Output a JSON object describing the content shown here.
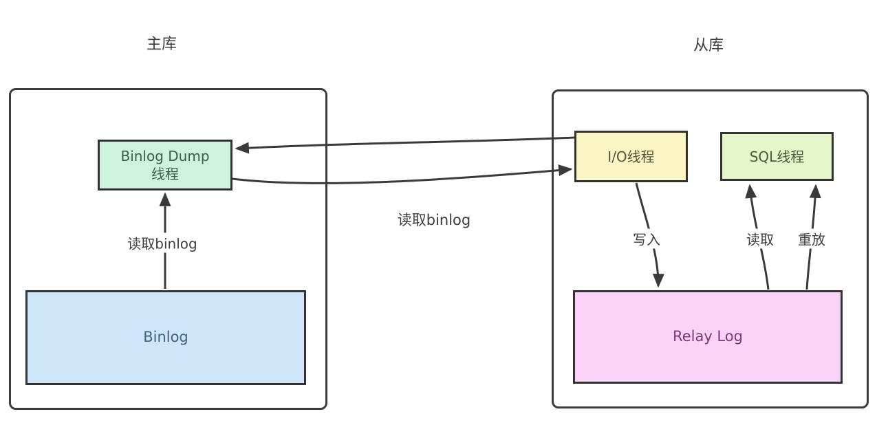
{
  "diagram": {
    "master": {
      "title": "主库",
      "binlog_dump_thread": {
        "line1": "Binlog Dump",
        "line2": "线程",
        "fill": "#cdf3de"
      },
      "binlog": {
        "label": "Binlog",
        "fill": "#cfe5f9"
      }
    },
    "slave": {
      "title": "从库",
      "io_thread": {
        "label": "I/O线程",
        "fill": "#fcf6c5"
      },
      "sql_thread": {
        "label": "SQL线程",
        "fill": "#e5f6ca"
      },
      "relay_log": {
        "label": "Relay Log",
        "fill": "#fbd3f8"
      }
    },
    "edges": {
      "io_to_dump_request_label": "",
      "dump_to_io_label": "读取binlog",
      "binlog_to_dump_label": "读取binlog",
      "io_to_relay_label": "写入",
      "relay_to_sql_read_label": "读取",
      "relay_to_sql_replay_label": "重放"
    },
    "colors": {
      "arrow": "#3a3a3a",
      "container_border": "#3b3b3b",
      "node_border": "#333333",
      "background": "#ffffff"
    }
  }
}
